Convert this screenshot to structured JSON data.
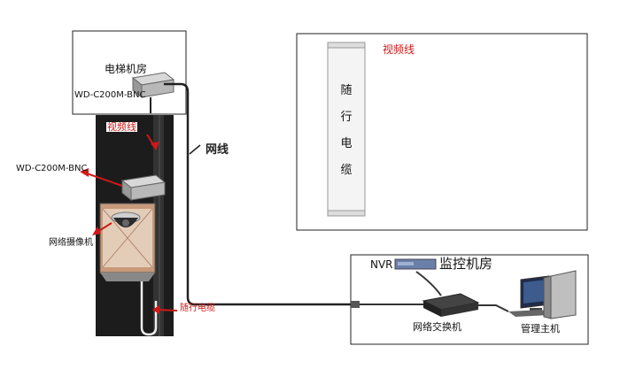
{
  "machine_room_label": "电梯机房",
  "converter_top_label": "WD-C200M-BNC",
  "converter_mid_label": "WD-C200M-BNC",
  "video_line_label_left": "视频线",
  "video_line_label_right": "视频线",
  "network_line_label": "网线",
  "camera_label": "网络摄像机",
  "trailing_cable_label_small": "随行电缆",
  "trailing_cable_chars": [
    "随",
    "行",
    "电",
    "缆"
  ],
  "nvr_label": "NVR",
  "monitor_room_label": "监控机房",
  "switch_label": "网络交换机",
  "host_label": "管理主机",
  "colors": {
    "accent_red": "#d01818",
    "shaft_dark": "#1c1c1c",
    "cable": "#222222"
  }
}
